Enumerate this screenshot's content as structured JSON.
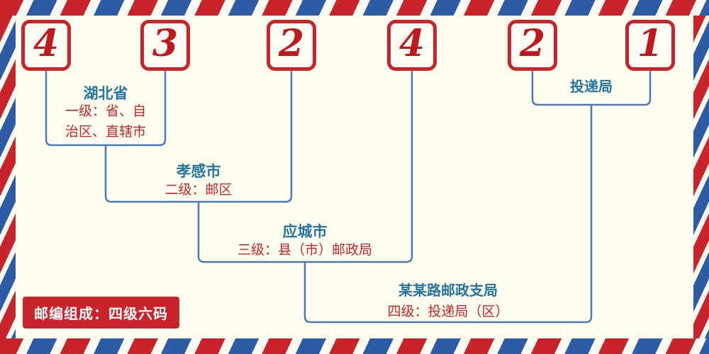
{
  "postal_code": {
    "digits": [
      "4",
      "3",
      "2",
      "4",
      "2",
      "1"
    ]
  },
  "levels": [
    {
      "name": "湖北省",
      "desc": "一级：省、自治区、直辖市"
    },
    {
      "name": "孝感市",
      "desc": "二级：邮区"
    },
    {
      "name": "应城市",
      "desc": "三级：县（市）邮政局"
    },
    {
      "name": "某某路邮政支局",
      "desc": "四级：投递局（区）"
    }
  ],
  "delivery_office": {
    "name": "投递局"
  },
  "footer": {
    "label": "邮编组成：四级六码"
  },
  "colors": {
    "stripe_red": "#c9242b",
    "stripe_blue": "#2d5ba4",
    "digit_red": "#c0181f",
    "line_blue": "#4a7ab5",
    "label_blue": "#2574a0",
    "desc_red": "#c9242b",
    "background": "#fffdee"
  }
}
